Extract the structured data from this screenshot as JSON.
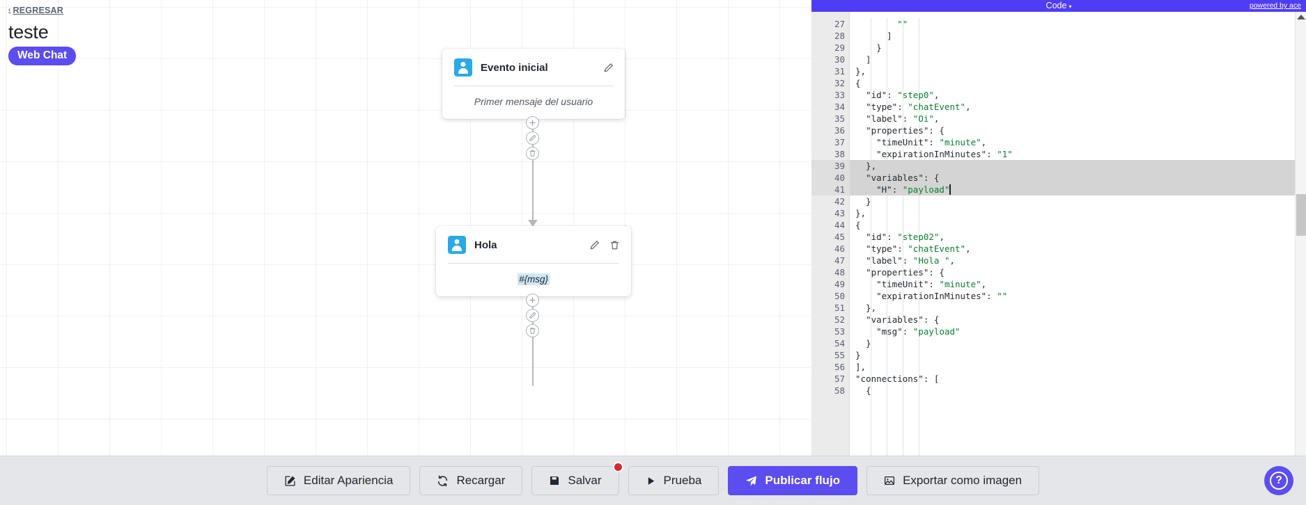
{
  "flow": {
    "back_label": "REGRESAR",
    "back_icon": "chevron-left-icon",
    "title": "teste",
    "channel_badge": "Web Chat",
    "nodes": [
      {
        "icon": "user-avatar-icon",
        "title": "Evento inicial",
        "body": "Primer mensaje del usuario",
        "body_is_placeholder": true,
        "has_edit": true,
        "has_delete": false
      },
      {
        "icon": "user-avatar-icon",
        "title": "Hola",
        "body": "#{msg}",
        "body_is_placeholder": false,
        "has_edit": true,
        "has_delete": true
      }
    ],
    "connector_actions": [
      "add-icon",
      "edit-icon",
      "delete-icon"
    ]
  },
  "code_panel": {
    "title": "Code",
    "title_caret": "▾",
    "powered_by": "powered by ace",
    "cursor_line": 41,
    "selected_lines": [
      39,
      40,
      41
    ],
    "fold_lines": [
      32,
      36,
      40,
      44,
      48,
      52,
      57,
      58
    ],
    "first_line": 27,
    "lines": [
      {
        "n": 27,
        "text": "        \"\""
      },
      {
        "n": 28,
        "text": "      ]"
      },
      {
        "n": 29,
        "text": "    }"
      },
      {
        "n": 30,
        "text": "  ]"
      },
      {
        "n": 31,
        "text": "},"
      },
      {
        "n": 32,
        "text": "{"
      },
      {
        "n": 33,
        "text": "  \"id\": \"step0\","
      },
      {
        "n": 34,
        "text": "  \"type\": \"chatEvent\","
      },
      {
        "n": 35,
        "text": "  \"label\": \"Oi\","
      },
      {
        "n": 36,
        "text": "  \"properties\": {"
      },
      {
        "n": 37,
        "text": "    \"timeUnit\": \"minute\","
      },
      {
        "n": 38,
        "text": "    \"expirationInMinutes\": \"1\""
      },
      {
        "n": 39,
        "text": "  },"
      },
      {
        "n": 40,
        "text": "  \"variables\": {"
      },
      {
        "n": 41,
        "text": "    \"H\": \"payload\""
      },
      {
        "n": 42,
        "text": "  }"
      },
      {
        "n": 43,
        "text": "},"
      },
      {
        "n": 44,
        "text": "{"
      },
      {
        "n": 45,
        "text": "  \"id\": \"step02\","
      },
      {
        "n": 46,
        "text": "  \"type\": \"chatEvent\","
      },
      {
        "n": 47,
        "text": "  \"label\": \"Hola \","
      },
      {
        "n": 48,
        "text": "  \"properties\": {"
      },
      {
        "n": 49,
        "text": "    \"timeUnit\": \"minute\","
      },
      {
        "n": 50,
        "text": "    \"expirationInMinutes\": \"\""
      },
      {
        "n": 51,
        "text": "  },"
      },
      {
        "n": 52,
        "text": "  \"variables\": {"
      },
      {
        "n": 53,
        "text": "    \"msg\": \"payload\""
      },
      {
        "n": 54,
        "text": "  }"
      },
      {
        "n": 55,
        "text": "}"
      },
      {
        "n": 56,
        "text": "],"
      },
      {
        "n": 57,
        "text": "\"connections\": ["
      },
      {
        "n": 58,
        "text": "  {"
      }
    ]
  },
  "toolbar": {
    "buttons": [
      {
        "label": "Editar Apariencia",
        "icon": "pencil-square-icon",
        "primary": false,
        "badge": false
      },
      {
        "label": "Recargar",
        "icon": "refresh-icon",
        "primary": false,
        "badge": false
      },
      {
        "label": "Salvar",
        "icon": "save-floppy-icon",
        "primary": false,
        "badge": true
      },
      {
        "label": "Prueba",
        "icon": "play-icon",
        "primary": false,
        "badge": false
      },
      {
        "label": "Publicar flujo",
        "icon": "paper-plane-icon",
        "primary": true,
        "badge": false
      },
      {
        "label": "Exportar como imagen",
        "icon": "image-icon",
        "primary": false,
        "badge": false
      }
    ],
    "badge_color": "#d9282f",
    "primary_color": "#5b4df0"
  },
  "help": {
    "icon": "question-mark-icon",
    "label": "?"
  }
}
